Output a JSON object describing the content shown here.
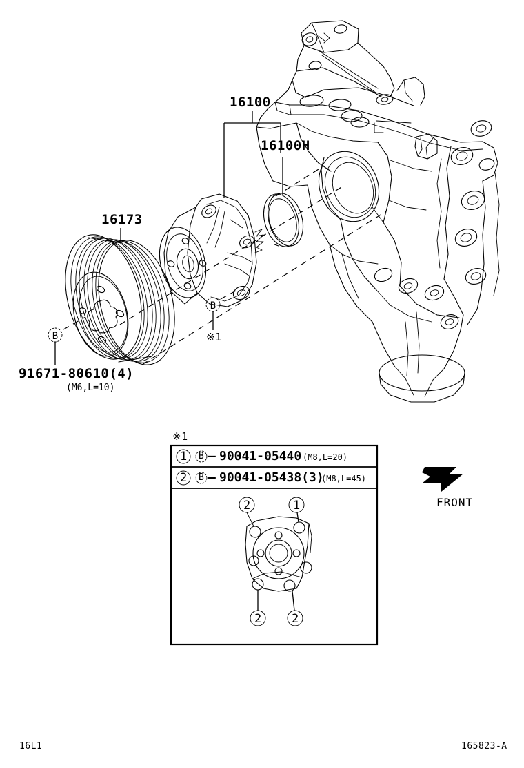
{
  "sheet": {
    "footer_left": "16L1",
    "footer_right": "165823-A",
    "front_marker_label": "FRONT"
  },
  "callouts": [
    {
      "id": "pump-assy",
      "label": "16100",
      "note": "water pump assembly bracket label"
    },
    {
      "id": "pump-gasket",
      "label": "16100H",
      "note": "water pump o-ring / gasket"
    },
    {
      "id": "pulley",
      "label": "16173",
      "note": "water pump pulley"
    }
  ],
  "bolt_callout": {
    "part_number": "91671-80610(4)",
    "spec": "(M6,L=10)",
    "symbol": "B"
  },
  "reference_marks": {
    "pump_mark": "※1",
    "legend_mark": "※1"
  },
  "legend": {
    "mark": "※1",
    "rows": [
      {
        "index": "1",
        "symbol": "B",
        "dash": "—",
        "part_number": "90041-05440",
        "spec": "(M8,L=20)"
      },
      {
        "index": "2",
        "symbol": "B",
        "dash": "—",
        "part_number": "90041-05438(3)",
        "spec": "(M8,L=45)"
      }
    ],
    "figure_callouts": [
      {
        "index": "2",
        "position": "top-left"
      },
      {
        "index": "1",
        "position": "top-right"
      },
      {
        "index": "2",
        "position": "bottom-left"
      },
      {
        "index": "2",
        "position": "bottom-right"
      }
    ]
  },
  "colors": {
    "ink": "#000000",
    "paper": "#ffffff"
  }
}
